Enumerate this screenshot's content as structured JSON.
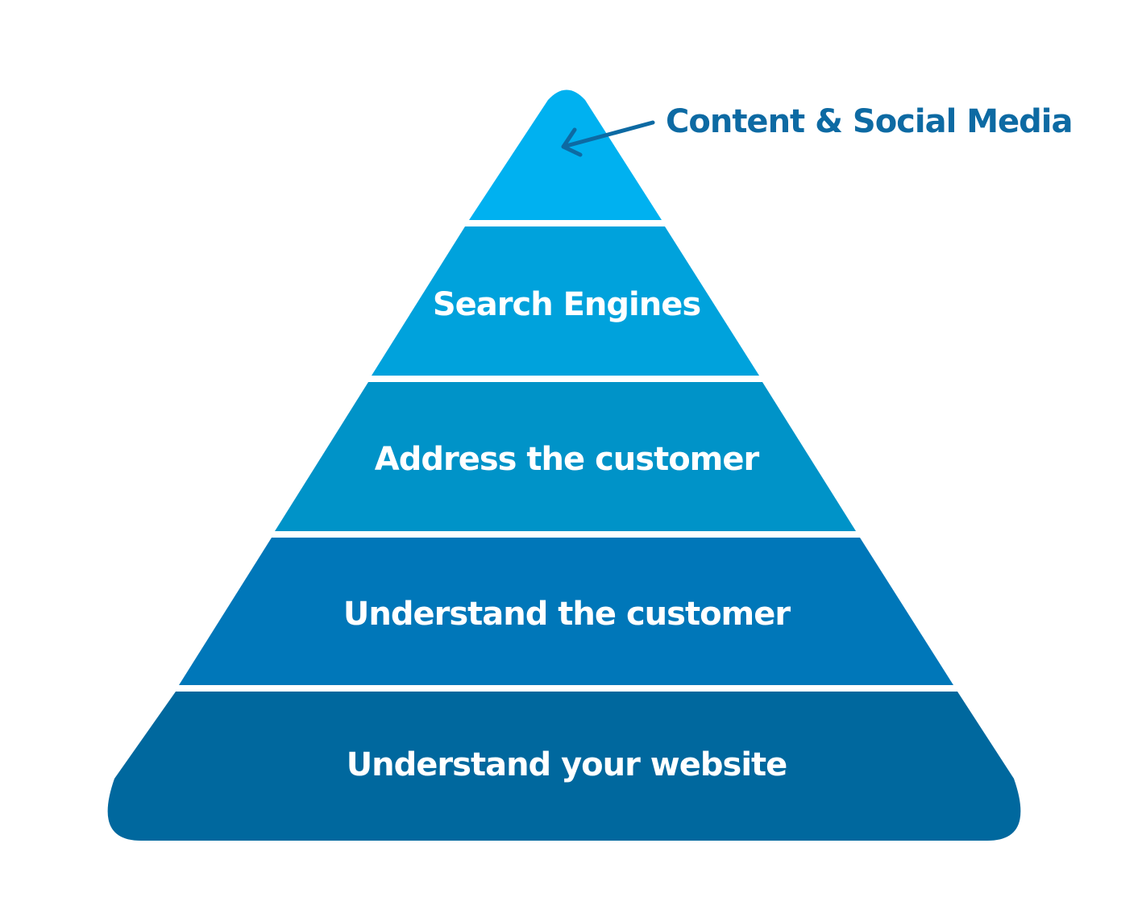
{
  "diagram": {
    "type": "pyramid",
    "tiers": [
      {
        "label": "",
        "color": "#00b1f0"
      },
      {
        "label": "Search Engines",
        "color": "#00a2dc"
      },
      {
        "label": "Address the customer",
        "color": "#0093c8"
      },
      {
        "label": "Understand the customer",
        "color": "#0077b9"
      },
      {
        "label": "Understand your website",
        "color": "#00689e"
      }
    ],
    "callout": {
      "label": "Content & Social Media",
      "color": "#0d6aa3"
    },
    "background": "#ffffff"
  }
}
